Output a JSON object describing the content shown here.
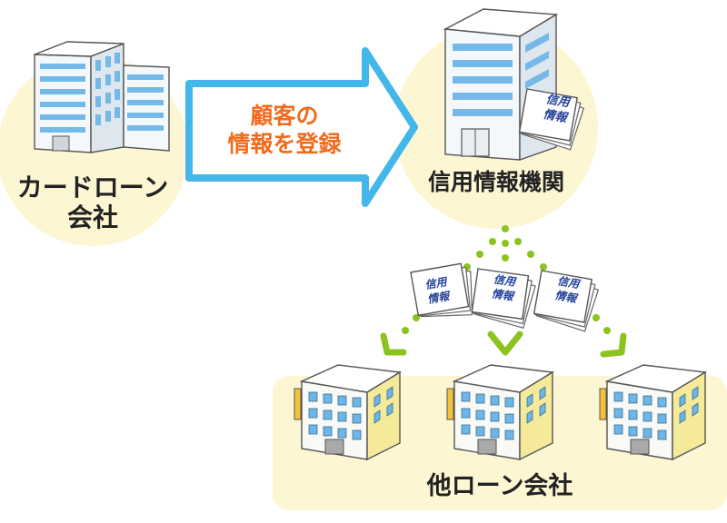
{
  "card_company": {
    "line1": "カードロー",
    "line2": "ン",
    "line3": "会社"
  },
  "arrow": {
    "line1": "顧客の",
    "line2": "情報を登録"
  },
  "credit_bureau": {
    "label": "信用情報機関",
    "doc_line1": "信用",
    "doc_line2": "情報"
  },
  "distributed_docs": [
    {
      "line1": "信用",
      "line2": "情報"
    },
    {
      "line1": "信用",
      "line2": "情報"
    },
    {
      "line1": "信用",
      "line2": "情報"
    }
  ],
  "other_companies": {
    "label": "他ローン会社"
  },
  "colors": {
    "circle_bg": "#fdf6d3",
    "arrow_blue": "#43b7ea",
    "orange_text": "#f26b1d",
    "dots_green": "#8cc31f",
    "building_yellow": "#f7ee99"
  }
}
